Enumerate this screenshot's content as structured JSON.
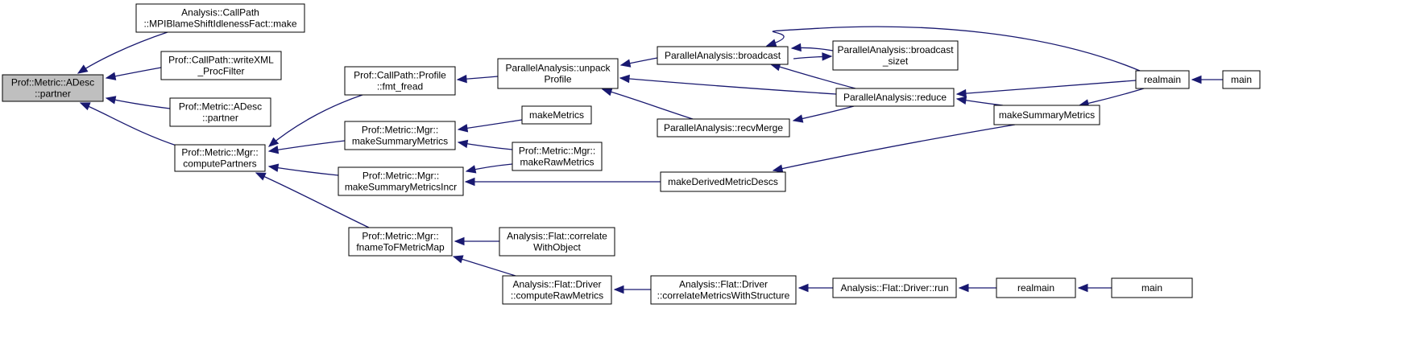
{
  "diagram": {
    "nodes": [
      {
        "id": "adesc_partner",
        "lines": [
          "Prof::Metric::ADesc",
          "::partner"
        ],
        "highlight": true
      },
      {
        "id": "mpiblame_make",
        "lines": [
          "Analysis::CallPath",
          "::MPIBlameShiftIdlenessFact::make"
        ]
      },
      {
        "id": "writexml_procfilter",
        "lines": [
          "Prof::CallPath::writeXML",
          "_ProcFilter"
        ]
      },
      {
        "id": "adesc_partner2",
        "lines": [
          "Prof::Metric::ADesc",
          "::partner"
        ]
      },
      {
        "id": "compute_partners",
        "lines": [
          "Prof::Metric::Mgr::",
          "computePartners"
        ]
      },
      {
        "id": "fmt_fread",
        "lines": [
          "Prof::CallPath::Profile",
          "::fmt_fread"
        ]
      },
      {
        "id": "make_summary_metrics_mgr",
        "lines": [
          "Prof::Metric::Mgr::",
          "makeSummaryMetrics"
        ]
      },
      {
        "id": "make_summary_metrics_incr",
        "lines": [
          "Prof::Metric::Mgr::",
          "makeSummaryMetricsIncr"
        ]
      },
      {
        "id": "fname_to_fmetric_map",
        "lines": [
          "Prof::Metric::Mgr::",
          "fnameToFMetricMap"
        ]
      },
      {
        "id": "unpack_profile",
        "lines": [
          "ParallelAnalysis::unpack",
          "Profile"
        ]
      },
      {
        "id": "make_metrics",
        "lines": [
          "makeMetrics"
        ]
      },
      {
        "id": "make_raw_metrics",
        "lines": [
          "Prof::Metric::Mgr::",
          "makeRawMetrics"
        ]
      },
      {
        "id": "make_derived_metric_descs",
        "lines": [
          "makeDerivedMetricDescs"
        ]
      },
      {
        "id": "correlate_with_object",
        "lines": [
          "Analysis::Flat::correlate",
          "WithObject"
        ]
      },
      {
        "id": "compute_raw_metrics",
        "lines": [
          "Analysis::Flat::Driver",
          "::computeRawMetrics"
        ]
      },
      {
        "id": "broadcast",
        "lines": [
          "ParallelAnalysis::broadcast"
        ]
      },
      {
        "id": "broadcast_sizet",
        "lines": [
          "ParallelAnalysis::broadcast",
          "_sizet"
        ]
      },
      {
        "id": "recv_merge",
        "lines": [
          "ParallelAnalysis::recvMerge"
        ]
      },
      {
        "id": "reduce",
        "lines": [
          "ParallelAnalysis::reduce"
        ]
      },
      {
        "id": "make_summary_metrics",
        "lines": [
          "makeSummaryMetrics"
        ]
      },
      {
        "id": "realmain_top",
        "lines": [
          "realmain"
        ]
      },
      {
        "id": "main_top",
        "lines": [
          "main"
        ]
      },
      {
        "id": "correlate_metrics_with_structure",
        "lines": [
          "Analysis::Flat::Driver",
          "::correlateMetricsWithStructure"
        ]
      },
      {
        "id": "flat_driver_run",
        "lines": [
          "Analysis::Flat::Driver::run"
        ]
      },
      {
        "id": "realmain_bottom",
        "lines": [
          "realmain"
        ]
      },
      {
        "id": "main_bottom",
        "lines": [
          "main"
        ]
      }
    ],
    "edges": [
      {
        "from": "mpiblame_make",
        "to": "adesc_partner"
      },
      {
        "from": "writexml_procfilter",
        "to": "adesc_partner"
      },
      {
        "from": "adesc_partner2",
        "to": "adesc_partner"
      },
      {
        "from": "compute_partners",
        "to": "adesc_partner"
      },
      {
        "from": "fmt_fread",
        "to": "compute_partners"
      },
      {
        "from": "make_summary_metrics_mgr",
        "to": "compute_partners"
      },
      {
        "from": "make_summary_metrics_incr",
        "to": "compute_partners"
      },
      {
        "from": "fname_to_fmetric_map",
        "to": "compute_partners"
      },
      {
        "from": "unpack_profile",
        "to": "fmt_fread"
      },
      {
        "from": "broadcast",
        "to": "unpack_profile"
      },
      {
        "from": "reduce",
        "to": "unpack_profile"
      },
      {
        "from": "recv_merge",
        "to": "unpack_profile"
      },
      {
        "from": "make_metrics",
        "to": "make_summary_metrics_mgr"
      },
      {
        "from": "make_raw_metrics",
        "to": "make_summary_metrics_mgr"
      },
      {
        "from": "make_raw_metrics",
        "to": "make_summary_metrics_incr"
      },
      {
        "from": "make_derived_metric_descs",
        "to": "make_summary_metrics_incr"
      },
      {
        "from": "correlate_with_object",
        "to": "fname_to_fmetric_map"
      },
      {
        "from": "compute_raw_metrics",
        "to": "fname_to_fmetric_map"
      },
      {
        "from": "broadcast_sizet",
        "to": "broadcast"
      },
      {
        "from": "broadcast",
        "to": "broadcast_sizet"
      },
      {
        "from": "reduce",
        "to": "broadcast"
      },
      {
        "from": "realmain_top",
        "to": "broadcast"
      },
      {
        "from": "reduce",
        "to": "recv_merge"
      },
      {
        "from": "realmain_top",
        "to": "reduce"
      },
      {
        "from": "make_summary_metrics",
        "to": "reduce"
      },
      {
        "from": "make_summary_metrics",
        "to": "make_derived_metric_descs"
      },
      {
        "from": "realmain_top",
        "to": "make_summary_metrics"
      },
      {
        "from": "main_top",
        "to": "realmain_top"
      },
      {
        "from": "correlate_metrics_with_structure",
        "to": "compute_raw_metrics"
      },
      {
        "from": "flat_driver_run",
        "to": "correlate_metrics_with_structure"
      },
      {
        "from": "realmain_bottom",
        "to": "flat_driver_run"
      },
      {
        "from": "main_bottom",
        "to": "realmain_bottom"
      }
    ],
    "colors": {
      "edge": "#191970",
      "node_fill": "#ffffff",
      "node_stroke": "#000000",
      "highlight_fill": "#bfbfbf"
    }
  }
}
